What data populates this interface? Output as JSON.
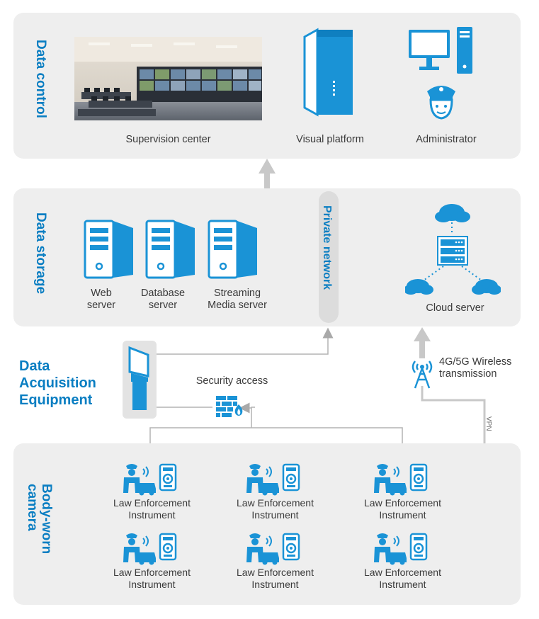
{
  "colors": {
    "accent": "#0a7ec2",
    "icon_blue": "#1a93d6",
    "panel": "#eeeeee",
    "wire": "#bdbdbd"
  },
  "data_control": {
    "title": "Data control",
    "supervision_label": "Supervision center",
    "visual_label": "Visual platform",
    "admin_label": "Administrator"
  },
  "data_storage": {
    "title": "Data storage",
    "web_label": "Web\nserver",
    "database_label": "Database\nserver",
    "streaming_label": "Streaming\nMedia server",
    "private_network_label": "Private network",
    "cloud_label": "Cloud server"
  },
  "acquisition": {
    "title": "Data\nAcquisition\nEquipment",
    "security_label": "Security access",
    "wireless_label": "4G/5G Wireless\ntransmission",
    "vpn_label": "VPN"
  },
  "bodycam": {
    "title": "Body-worn\ncamera",
    "instrument_label": "Law Enforcement\nInstrument"
  },
  "icons": [
    "monitor-wall-photo",
    "server-tower-icon",
    "computer-icon",
    "police-officer-icon",
    "server-icon",
    "cloud-icon",
    "network-rack-icon",
    "terminal-kiosk-icon",
    "firewall-icon",
    "antenna-icon",
    "officer-car-icon",
    "body-camera-icon"
  ]
}
